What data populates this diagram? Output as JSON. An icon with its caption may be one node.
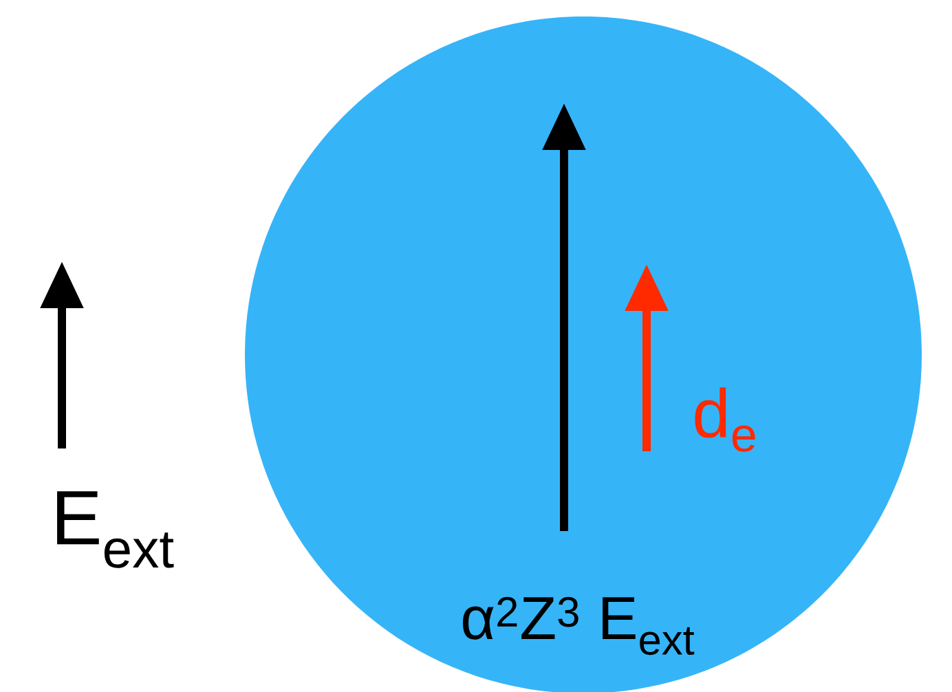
{
  "diagram": {
    "nodes": [
      {
        "text": [
          "α$^{2}$Z$^{3}$ E$_{ext}$",
          "d$_{e}$"
        ]
      }
    ],
    "labels": [
      "E$_{ext}$"
    ]
  }
}
